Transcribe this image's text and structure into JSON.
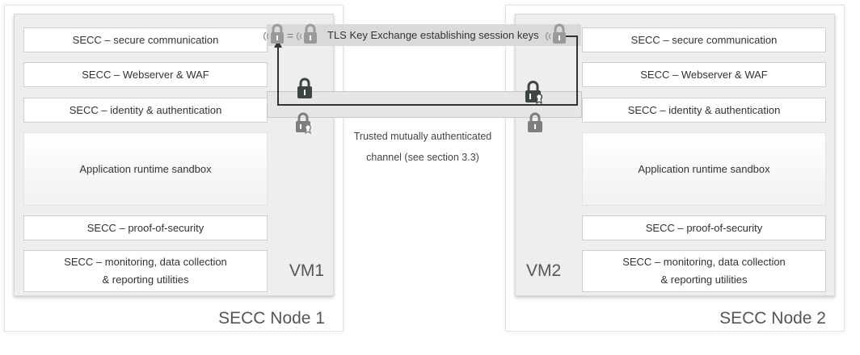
{
  "node1": {
    "title": "SECC Node 1",
    "vm_label": "VM1",
    "components": [
      "SECC – secure communication",
      "SECC – Webserver & WAF",
      "SECC – identity & authentication",
      "Application runtime sandbox",
      "SECC – proof-of-security",
      "SECC – monitoring, data collection\n& reporting utilities"
    ]
  },
  "node2": {
    "title": "SECC Node 2",
    "vm_label": "VM2",
    "components": [
      "SECC – secure communication",
      "SECC – Webserver & WAF",
      "SECC – identity & authentication",
      "Application runtime sandbox",
      "SECC – proof-of-security",
      "SECC – monitoring, data collection\n& reporting utilities"
    ]
  },
  "tls_label": "TLS Key Exchange establishing session keys",
  "channel_label": "Trusted mutually authenticated\nchannel (see section 3.3)",
  "colors": {
    "lock_dark": "#3d4542",
    "lock_grey": "#9a9a9a",
    "lock_mid": "#7e7e7e",
    "arrow": "#333333",
    "band": "#d6d6d6"
  }
}
